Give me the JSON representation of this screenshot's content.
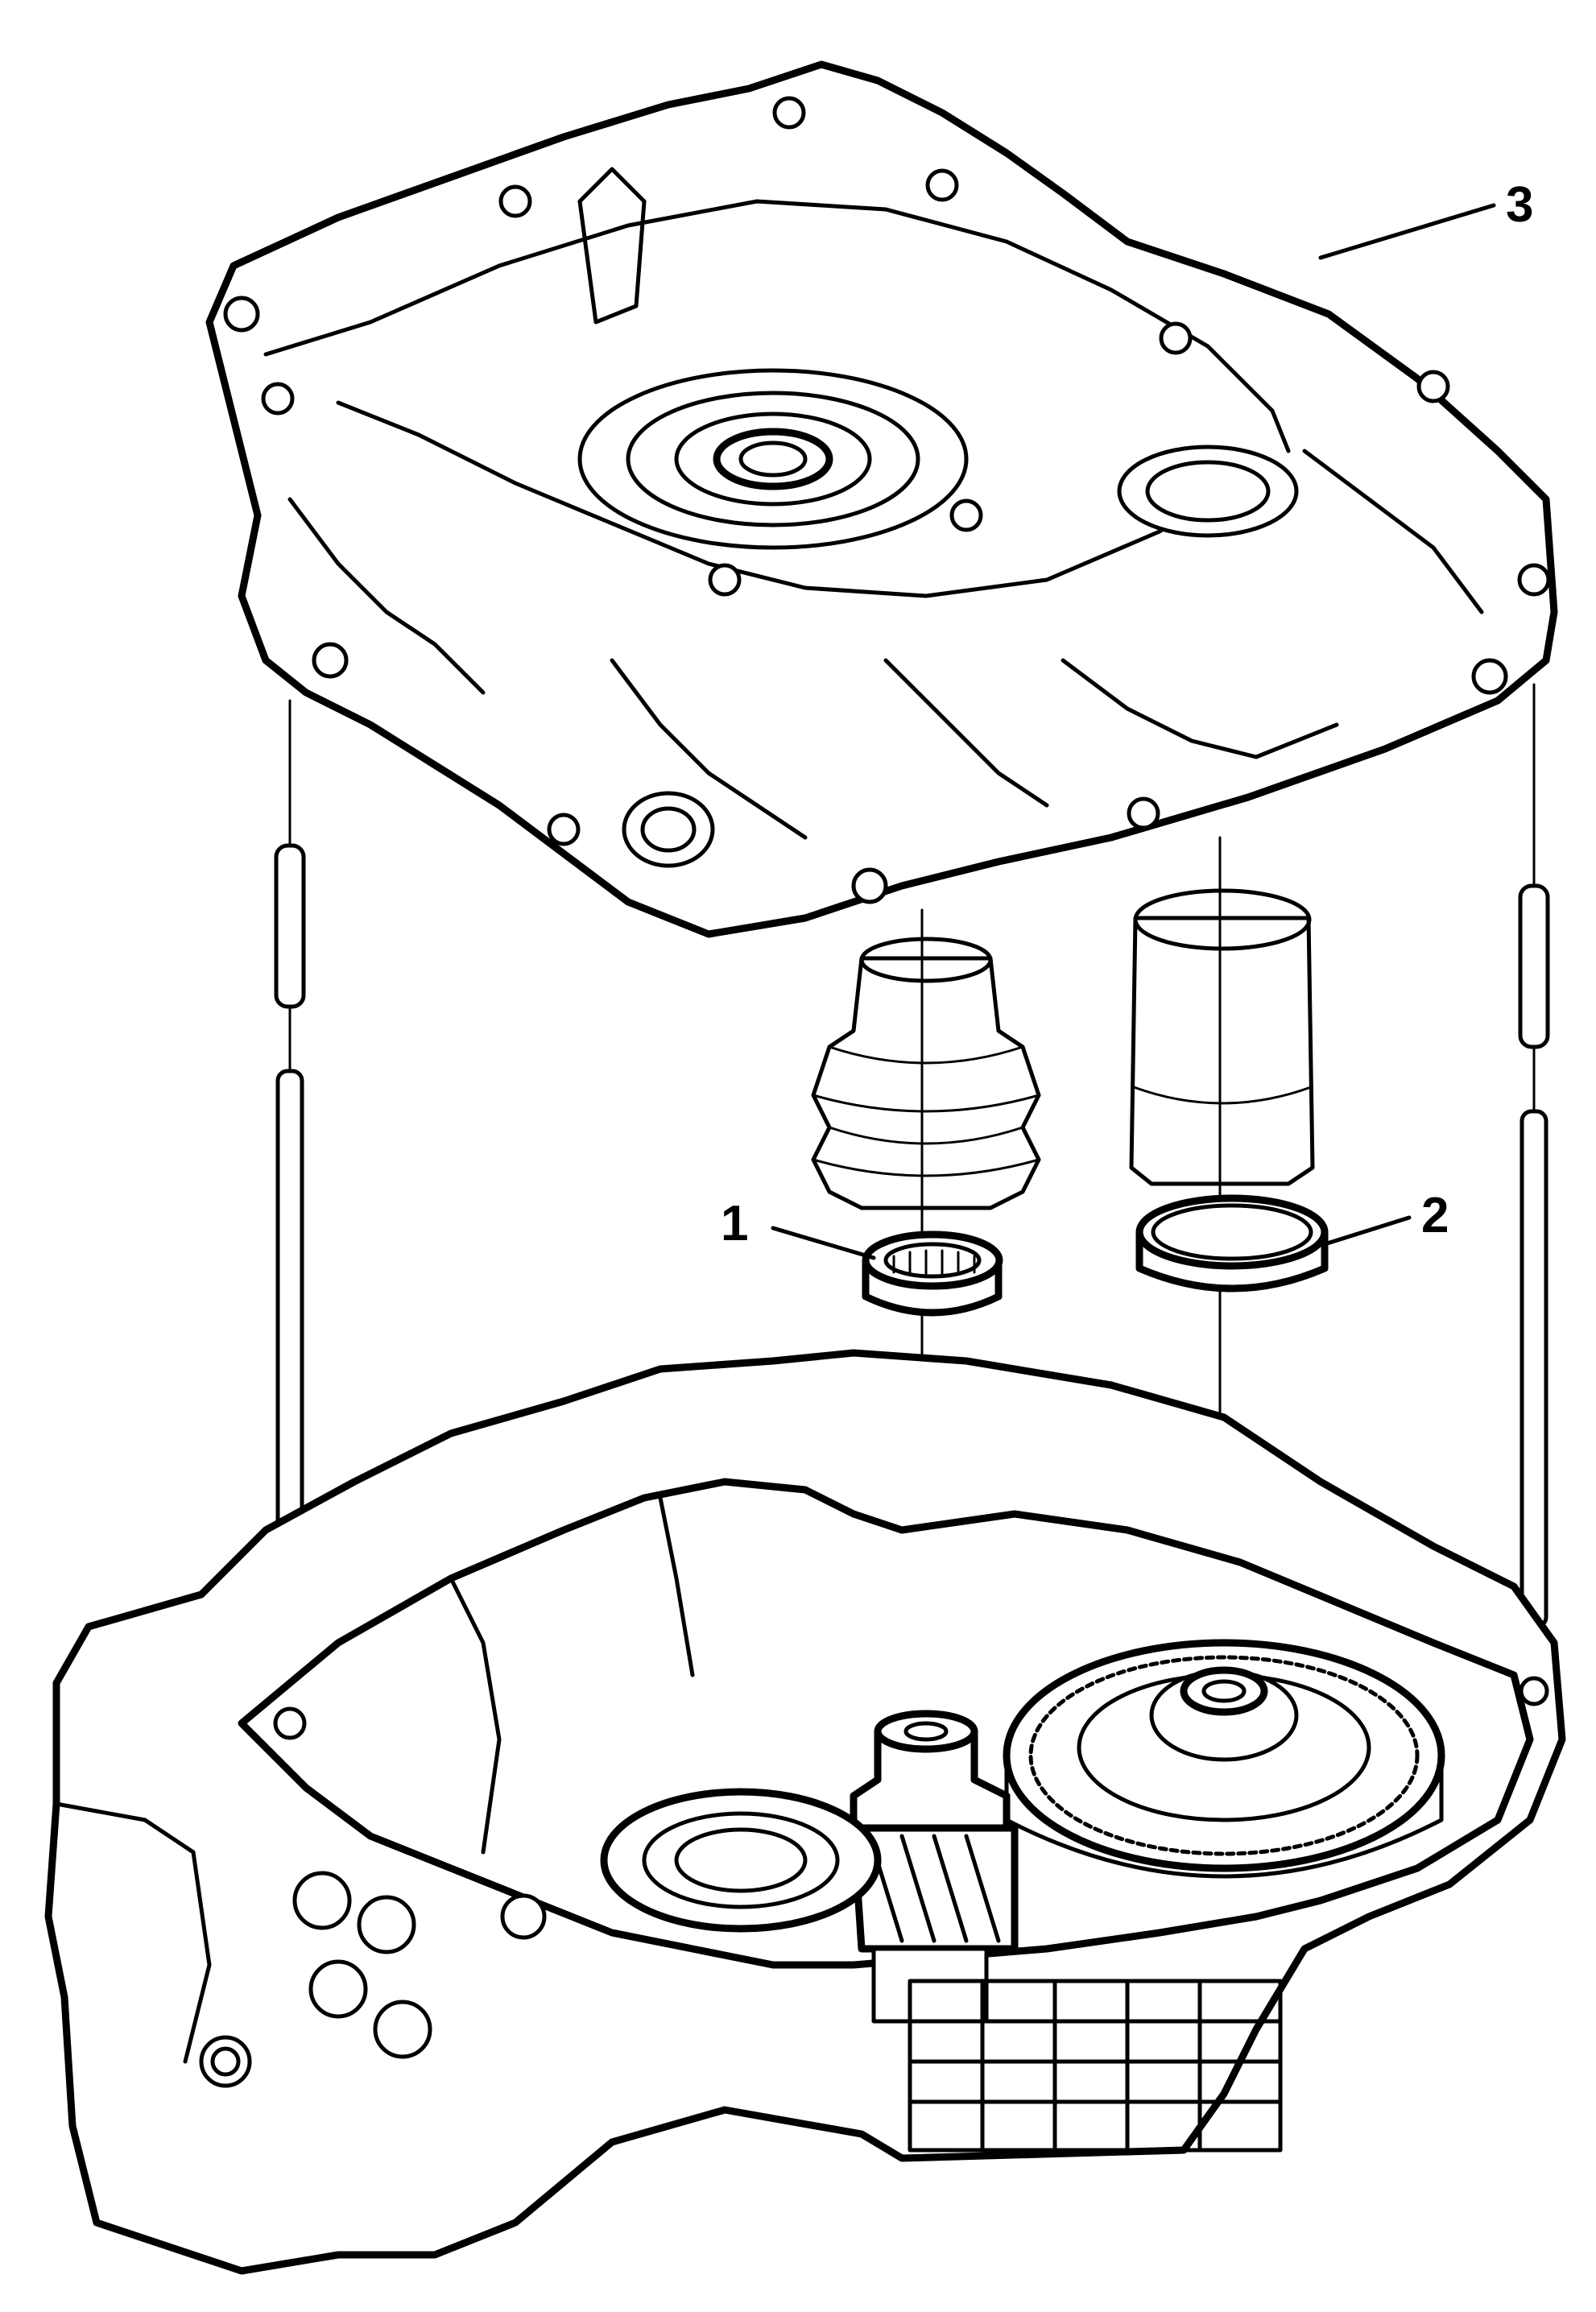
{
  "callouts": {
    "one": "1",
    "two": "2",
    "three": "3"
  },
  "colors": {
    "ink": "#000000",
    "paper": "#ffffff",
    "hatch": "#bdbdbd"
  }
}
